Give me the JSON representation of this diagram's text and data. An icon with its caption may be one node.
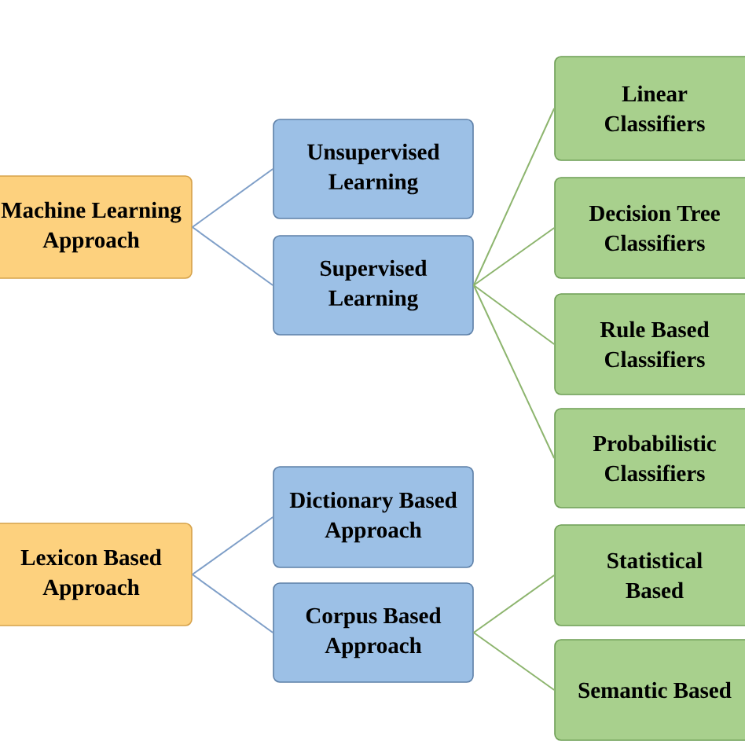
{
  "diagram": {
    "nodes": [
      {
        "text": [
          "Machine Learning Approach"
        ]
      },
      {
        "text": [
          "Unsupervised Learning"
        ]
      },
      {
        "text": [
          "Supervised Learning"
        ]
      },
      {
        "text": [
          "Linear Classifiers"
        ]
      },
      {
        "text": [
          "Decision Tree Classifiers"
        ]
      },
      {
        "text": [
          "Rule Based Classifiers"
        ]
      },
      {
        "text": [
          "Probabilistic Classifiers"
        ]
      },
      {
        "text": [
          "Lexicon Based Approach"
        ]
      },
      {
        "text": [
          "Dictionary Based Approach"
        ]
      },
      {
        "text": [
          "Corpus Based Approach"
        ]
      },
      {
        "text": [
          "Statistical Based"
        ]
      },
      {
        "text": [
          "Semantic Based"
        ]
      }
    ],
    "edges": [
      {
        "from": 0,
        "to": 1,
        "arrow": "none",
        "color": "#7f9fc8"
      },
      {
        "from": 0,
        "to": 2,
        "arrow": "none",
        "color": "#7f9fc8"
      },
      {
        "from": 2,
        "to": 3,
        "arrow": "none"
      },
      {
        "from": 2,
        "to": 4,
        "arrow": "none"
      },
      {
        "from": 2,
        "to": 5,
        "arrow": "none"
      },
      {
        "from": 2,
        "to": 6,
        "arrow": "none"
      },
      {
        "from": 7,
        "to": 8,
        "arrow": "none",
        "color": "#7f9fc8"
      },
      {
        "from": 7,
        "to": 9,
        "arrow": "none",
        "color": "#7f9fc8"
      },
      {
        "from": 9,
        "to": 10,
        "arrow": "none"
      },
      {
        "from": 9,
        "to": 11,
        "arrow": "none"
      }
    ]
  }
}
